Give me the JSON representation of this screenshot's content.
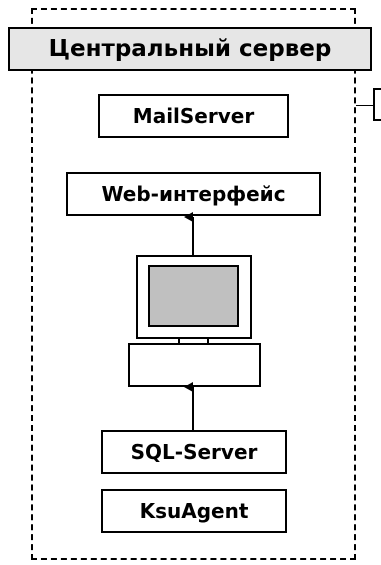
{
  "diagram": {
    "title": "Центральный сервер",
    "nodes": {
      "mail_server": "MailServer",
      "web_interface": "Web-интерфейс",
      "sql_server": "SQL-Server",
      "ksu_agent": "KsuAgent"
    },
    "colors": {
      "title_fill": "#e6e6e6",
      "screen_fill": "#c0c0c0",
      "line": "#000000"
    }
  }
}
